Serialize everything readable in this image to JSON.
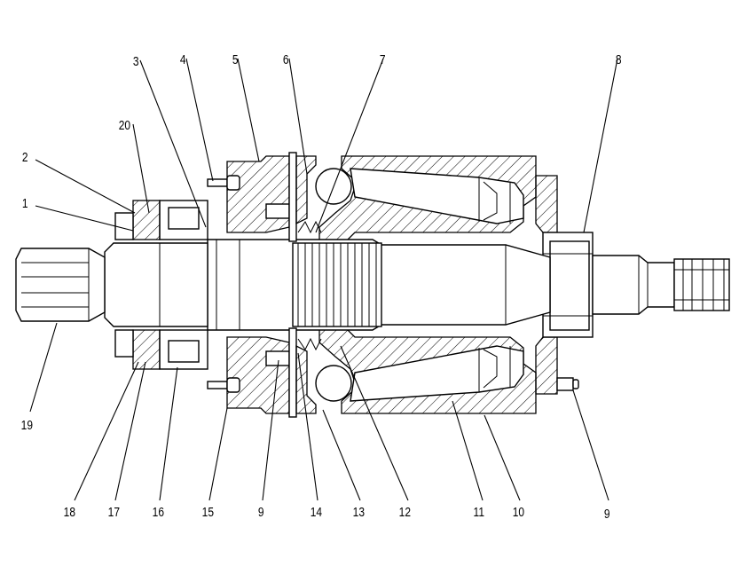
{
  "callouts": {
    "c1": "1",
    "c2": "2",
    "c3": "3",
    "c4": "4",
    "c5": "5",
    "c6": "6",
    "c7": "7",
    "c8": "8",
    "c9a": "9",
    "c9b": "9",
    "c10": "10",
    "c11": "11",
    "c12": "12",
    "c13": "13",
    "c14": "14",
    "c15": "15",
    "c16": "16",
    "c17": "17",
    "c18": "18",
    "c19": "19",
    "c20": "20"
  },
  "colors": {
    "line": "#000000",
    "background": "#ffffff"
  }
}
